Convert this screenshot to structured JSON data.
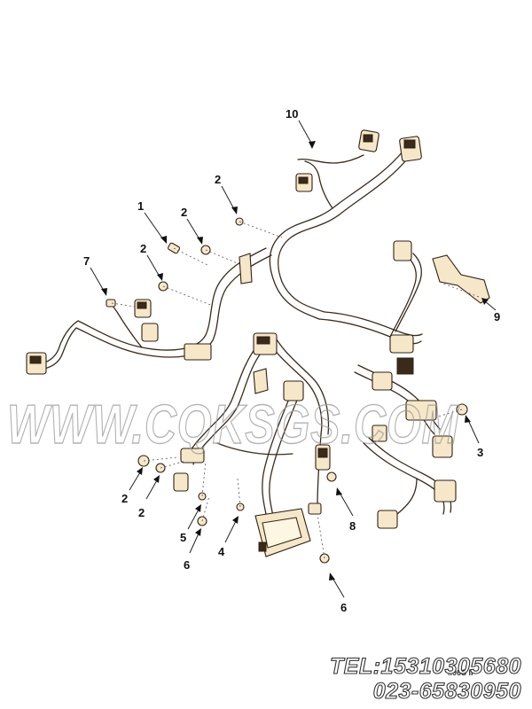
{
  "callouts": [
    {
      "id": "c10",
      "label": "10"
    },
    {
      "id": "c2a",
      "label": "2"
    },
    {
      "id": "c1",
      "label": "1"
    },
    {
      "id": "c2b",
      "label": "2"
    },
    {
      "id": "c2c",
      "label": "2"
    },
    {
      "id": "c7",
      "label": "7"
    },
    {
      "id": "c9",
      "label": "9"
    },
    {
      "id": "c3",
      "label": "3"
    },
    {
      "id": "c2d",
      "label": "2"
    },
    {
      "id": "c2e",
      "label": "2"
    },
    {
      "id": "c5",
      "label": "5"
    },
    {
      "id": "c6a",
      "label": "6"
    },
    {
      "id": "c4",
      "label": "4"
    },
    {
      "id": "c8",
      "label": "8"
    },
    {
      "id": "c6b",
      "label": "6"
    }
  ],
  "watermark": {
    "text": "WWW.CQKSGS.COM"
  },
  "contact": {
    "tel": "TEL:15310305680",
    "phone": "023-65830950"
  },
  "figure_code": "..96S II",
  "colors": {
    "line": "#3a2a1a",
    "part_fill": "#f6e7c8",
    "watermark": "#9a9a9a"
  }
}
